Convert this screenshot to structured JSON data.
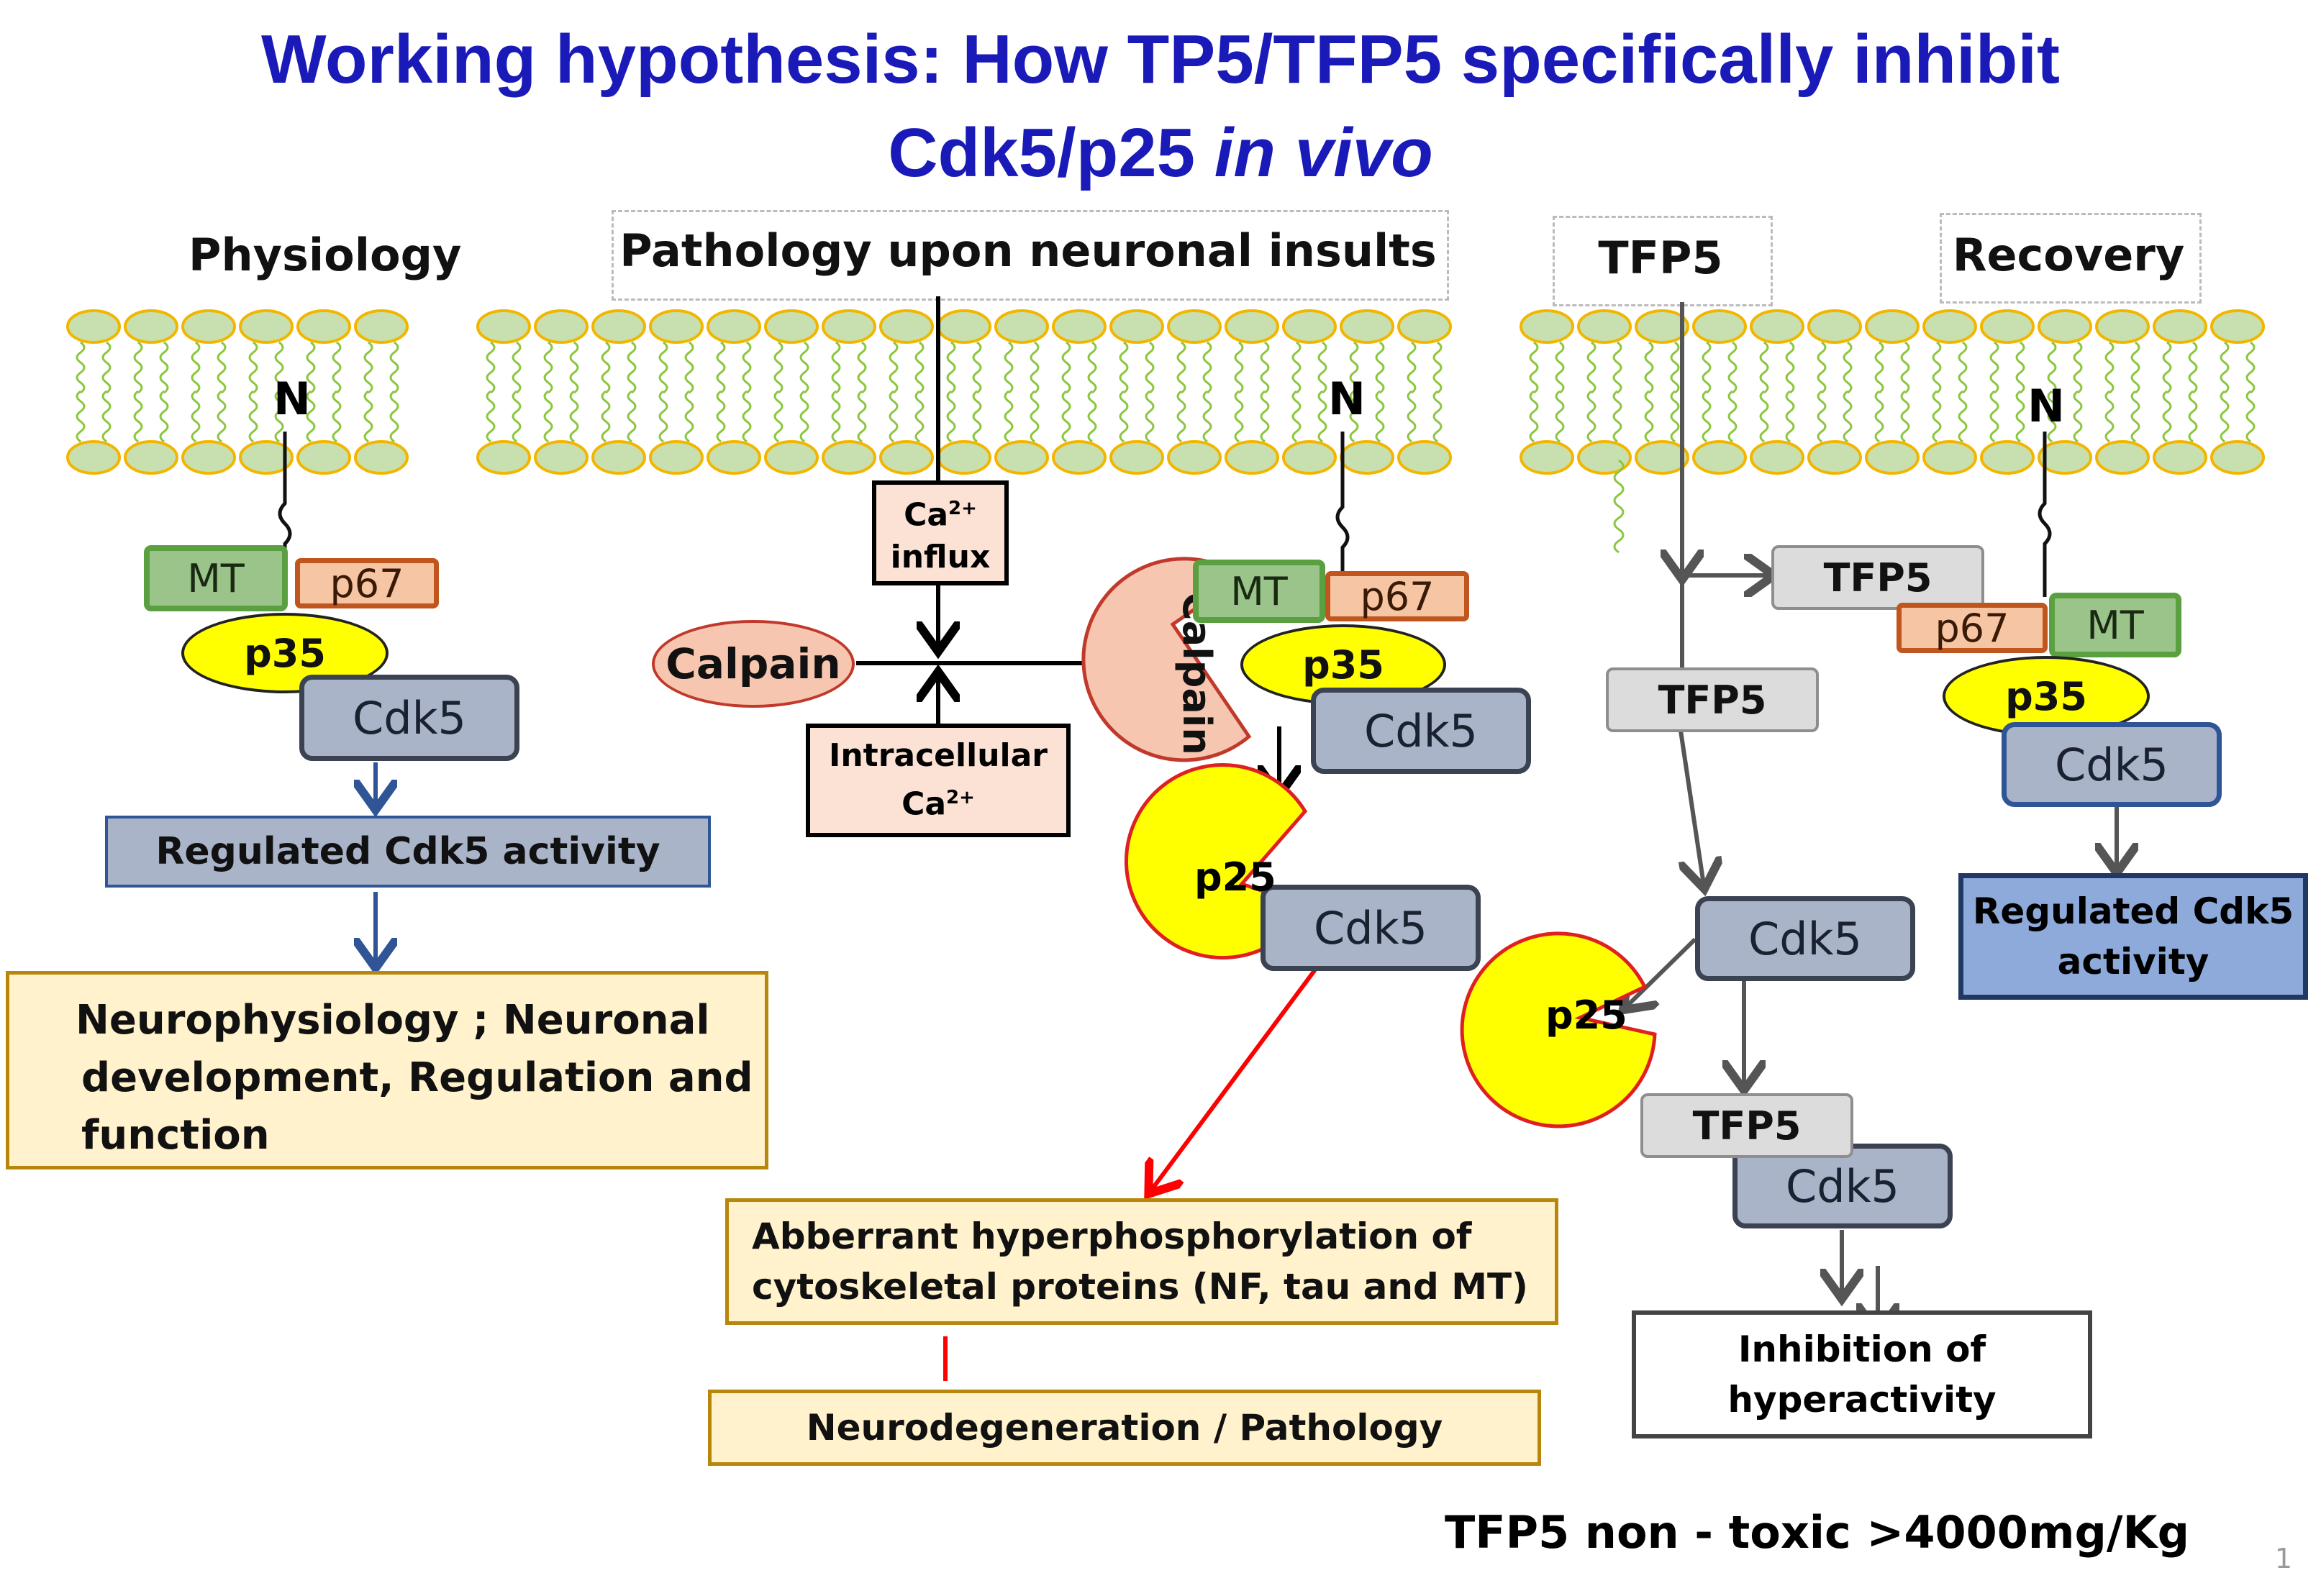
{
  "title": {
    "line1": "Working hypothesis: How TP5/TFP5 specifically inhibit",
    "line2_normal": "Cdk5/p25 ",
    "line2_italic": "in vivo"
  },
  "sections": {
    "physiology": "Physiology",
    "pathology": "Pathology upon neuronal insults",
    "tfp5": "TFP5",
    "recovery": "Recovery"
  },
  "labels": {
    "n": "N",
    "mt": "MT",
    "p67": "p67",
    "p35": "p35",
    "p25": "p25",
    "cdk5": "Cdk5",
    "tfp5": "TFP5",
    "calpain": "Calpain",
    "ca_influx_1": "Ca",
    "ca_influx_sup": "2+",
    "ca_influx_2": "influx",
    "intracellular_1": "Intracellular",
    "intracellular_2": "Ca",
    "intracellular_sup": "2+"
  },
  "outcomes": {
    "regulated_activity": "Regulated Cdk5 activity",
    "regulated_cdk5": "Regulated Cdk5",
    "activity": "activity",
    "neuro_line1": "Neurophysiology ; Neuronal",
    "neuro_line2": "development, Regulation and",
    "neuro_line3": "function",
    "aberrant_line1": "Abberrant hyperphosphorylation of",
    "aberrant_line2": "cytoskeletal proteins (NF, tau and MT)",
    "neurodegeneration": "Neurodegeneration / Pathology",
    "inhibition_line1": "Inhibition of",
    "inhibition_line2": "hyperactivity"
  },
  "footer": {
    "note": "TFP5 non - toxic >4000mg/Kg",
    "page": "1"
  },
  "colors": {
    "title": "#1a1ab8",
    "membrane_head": "#c8e0b0",
    "membrane_edge": "#f2b600",
    "lipid_tail": "#8cc63f",
    "p35": "#ffff00",
    "red_arrow": "#ff0000",
    "blue_arrow": "#2f5597",
    "gray_arrow": "#555555"
  }
}
